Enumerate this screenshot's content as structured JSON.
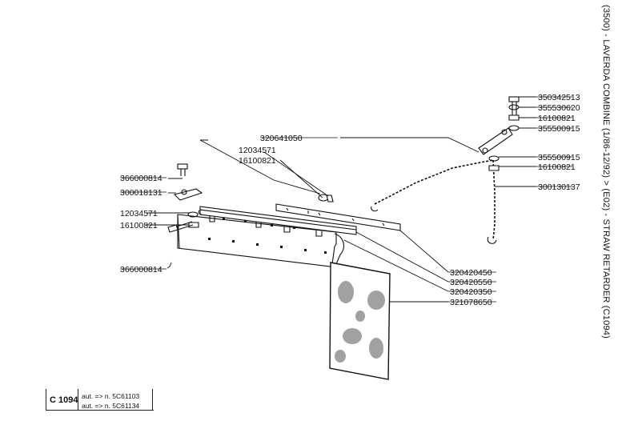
{
  "side_title": "(3500) - LAVERDA COMBINE (1/86-12/92) > (E02) - STRAW RETARDER (C1094)",
  "parts_left": [
    "366000814",
    "300018131",
    "12034571",
    "16100821",
    "366000814"
  ],
  "parts_mid": [
    "12034571",
    "16100821",
    "320641050"
  ],
  "parts_right": [
    "350342513",
    "355530620",
    "16100821",
    "355500915",
    "355500915",
    "16100821",
    "300130137",
    "320420450",
    "320420550",
    "320420350",
    "321078650"
  ],
  "reference": {
    "code": "C 1094",
    "line1": "aut. => n. 5C61103",
    "line2": "aut. => n. 5C61134"
  }
}
